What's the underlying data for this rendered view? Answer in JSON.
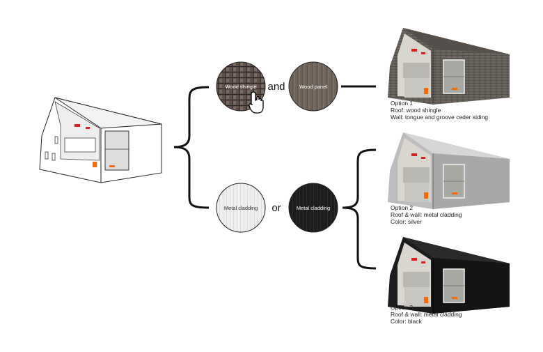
{
  "materials": {
    "wood_shingle": "Wood shingle",
    "wood_panel": "Wood panel",
    "metal_silver": "Metal cladding",
    "metal_black": "Metal cladding",
    "and": "and",
    "or": "or"
  },
  "options": [
    {
      "title": "Option 1",
      "line1": "Roof: wood shingle",
      "line2": "Wall: tongue and groove ceder siding"
    },
    {
      "title": "Option 2",
      "line1": "Roof & wall: metal cladding",
      "line2": "Color: silver"
    },
    {
      "title": "Option 3",
      "line1": "Roof & wall: metal cladding",
      "line2": "Color: black"
    }
  ],
  "colors": {
    "accent": "#ff6a00",
    "red": "#e02020",
    "shingle": "#5a4c47",
    "panel": "#6e6358",
    "silver": "#ececec",
    "black": "#1c1c1c"
  }
}
